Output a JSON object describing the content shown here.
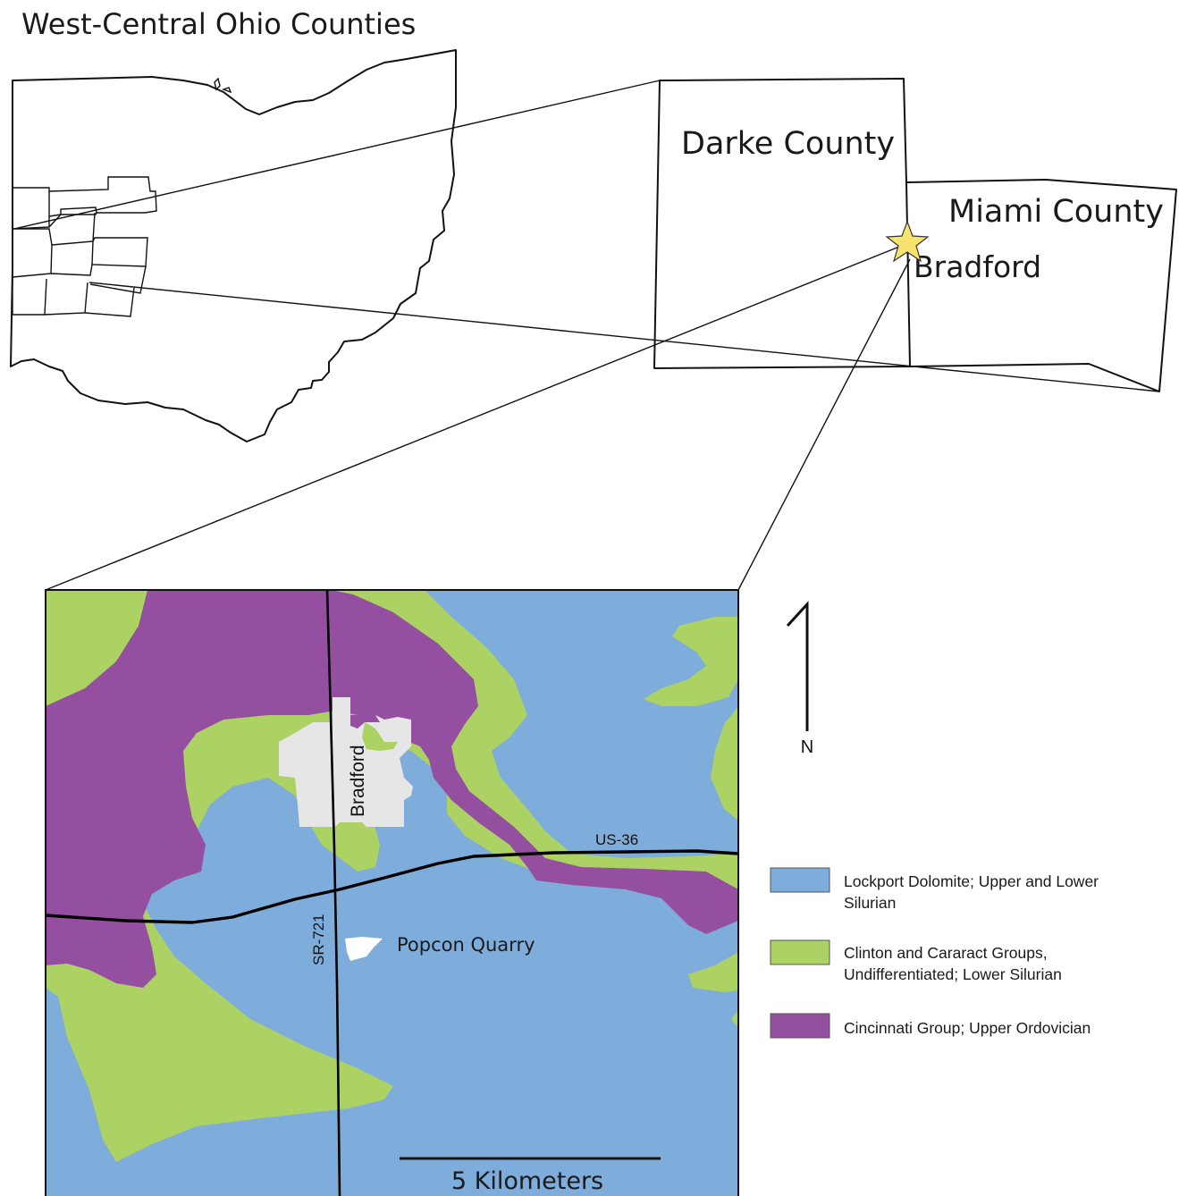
{
  "title": "West-Central Ohio Counties",
  "counties": {
    "darke": "Darke County",
    "miami": "Miami County"
  },
  "town": "Bradford",
  "map": {
    "town_label": "Bradford",
    "roads": {
      "us36": "US-36",
      "sr721": "SR-721"
    },
    "quarry_label": "Popcon Quarry",
    "north_label": "N",
    "scale_label": "5 Kilometers"
  },
  "legend": [
    {
      "lines": [
        "Lockport Dolomite; Upper and Lower",
        "Silurian"
      ],
      "color": "#7eaddb"
    },
    {
      "lines": [
        "Clinton and Cararact Groups,",
        "Undifferentiated; Lower Silurian"
      ],
      "color": "#acd264"
    },
    {
      "lines": [
        "Cincinnati Group; Upper Ordovician"
      ],
      "color": "#944fa0"
    }
  ],
  "colors": {
    "lockport": "#7eaddb",
    "clinton": "#acd264",
    "cincinnati": "#944fa0",
    "town_area": "#e6e6e6",
    "quarry": "#ffffff",
    "star": "#f7e470"
  }
}
